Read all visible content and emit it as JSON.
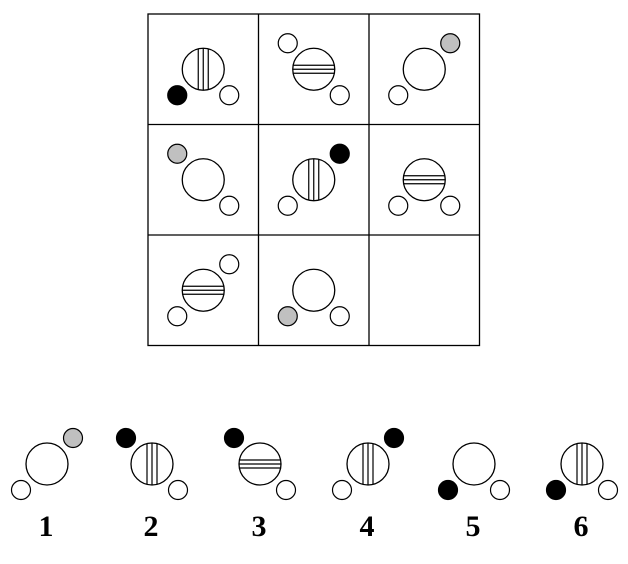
{
  "colors": {
    "line": "#000000",
    "background": "#ffffff",
    "gray_dot": "#c0c0c0",
    "black_dot": "#000000",
    "white_dot": "#ffffff"
  },
  "grid": {
    "rows": 3,
    "cols": 3,
    "cells": [
      {
        "big": "vertical",
        "dots": [
          {
            "pos": "bottom-left",
            "fill": "black"
          },
          {
            "pos": "bottom-right",
            "fill": "white"
          }
        ]
      },
      {
        "big": "horizontal",
        "dots": [
          {
            "pos": "top-left",
            "fill": "white"
          },
          {
            "pos": "bottom-right",
            "fill": "white"
          }
        ]
      },
      {
        "big": "plain",
        "dots": [
          {
            "pos": "top-right",
            "fill": "gray"
          },
          {
            "pos": "bottom-left",
            "fill": "white"
          }
        ]
      },
      {
        "big": "plain",
        "dots": [
          {
            "pos": "top-left",
            "fill": "gray"
          },
          {
            "pos": "bottom-right",
            "fill": "white"
          }
        ]
      },
      {
        "big": "vertical",
        "dots": [
          {
            "pos": "top-right",
            "fill": "black"
          },
          {
            "pos": "bottom-left",
            "fill": "white"
          }
        ]
      },
      {
        "big": "horizontal",
        "dots": [
          {
            "pos": "bottom-left",
            "fill": "white"
          },
          {
            "pos": "bottom-right",
            "fill": "white"
          }
        ]
      },
      {
        "big": "horizontal",
        "dots": [
          {
            "pos": "top-right",
            "fill": "white"
          },
          {
            "pos": "bottom-left",
            "fill": "white"
          }
        ]
      },
      {
        "big": "plain",
        "dots": [
          {
            "pos": "bottom-left",
            "fill": "gray"
          },
          {
            "pos": "bottom-right",
            "fill": "white"
          }
        ]
      },
      null
    ]
  },
  "options": [
    {
      "label": "1",
      "big": "plain",
      "dots": [
        {
          "pos": "top-right",
          "fill": "gray"
        },
        {
          "pos": "bottom-left",
          "fill": "white"
        }
      ]
    },
    {
      "label": "2",
      "big": "vertical",
      "dots": [
        {
          "pos": "top-left",
          "fill": "black"
        },
        {
          "pos": "bottom-right",
          "fill": "white"
        }
      ]
    },
    {
      "label": "3",
      "big": "horizontal",
      "dots": [
        {
          "pos": "top-left",
          "fill": "black"
        },
        {
          "pos": "bottom-right",
          "fill": "white"
        }
      ]
    },
    {
      "label": "4",
      "big": "vertical",
      "dots": [
        {
          "pos": "top-right",
          "fill": "black"
        },
        {
          "pos": "bottom-left",
          "fill": "white"
        }
      ]
    },
    {
      "label": "5",
      "big": "plain",
      "dots": [
        {
          "pos": "bottom-left",
          "fill": "black"
        },
        {
          "pos": "bottom-right",
          "fill": "white"
        }
      ]
    },
    {
      "label": "6",
      "big": "vertical",
      "dots": [
        {
          "pos": "bottom-left",
          "fill": "black"
        },
        {
          "pos": "bottom-right",
          "fill": "white"
        }
      ]
    }
  ]
}
